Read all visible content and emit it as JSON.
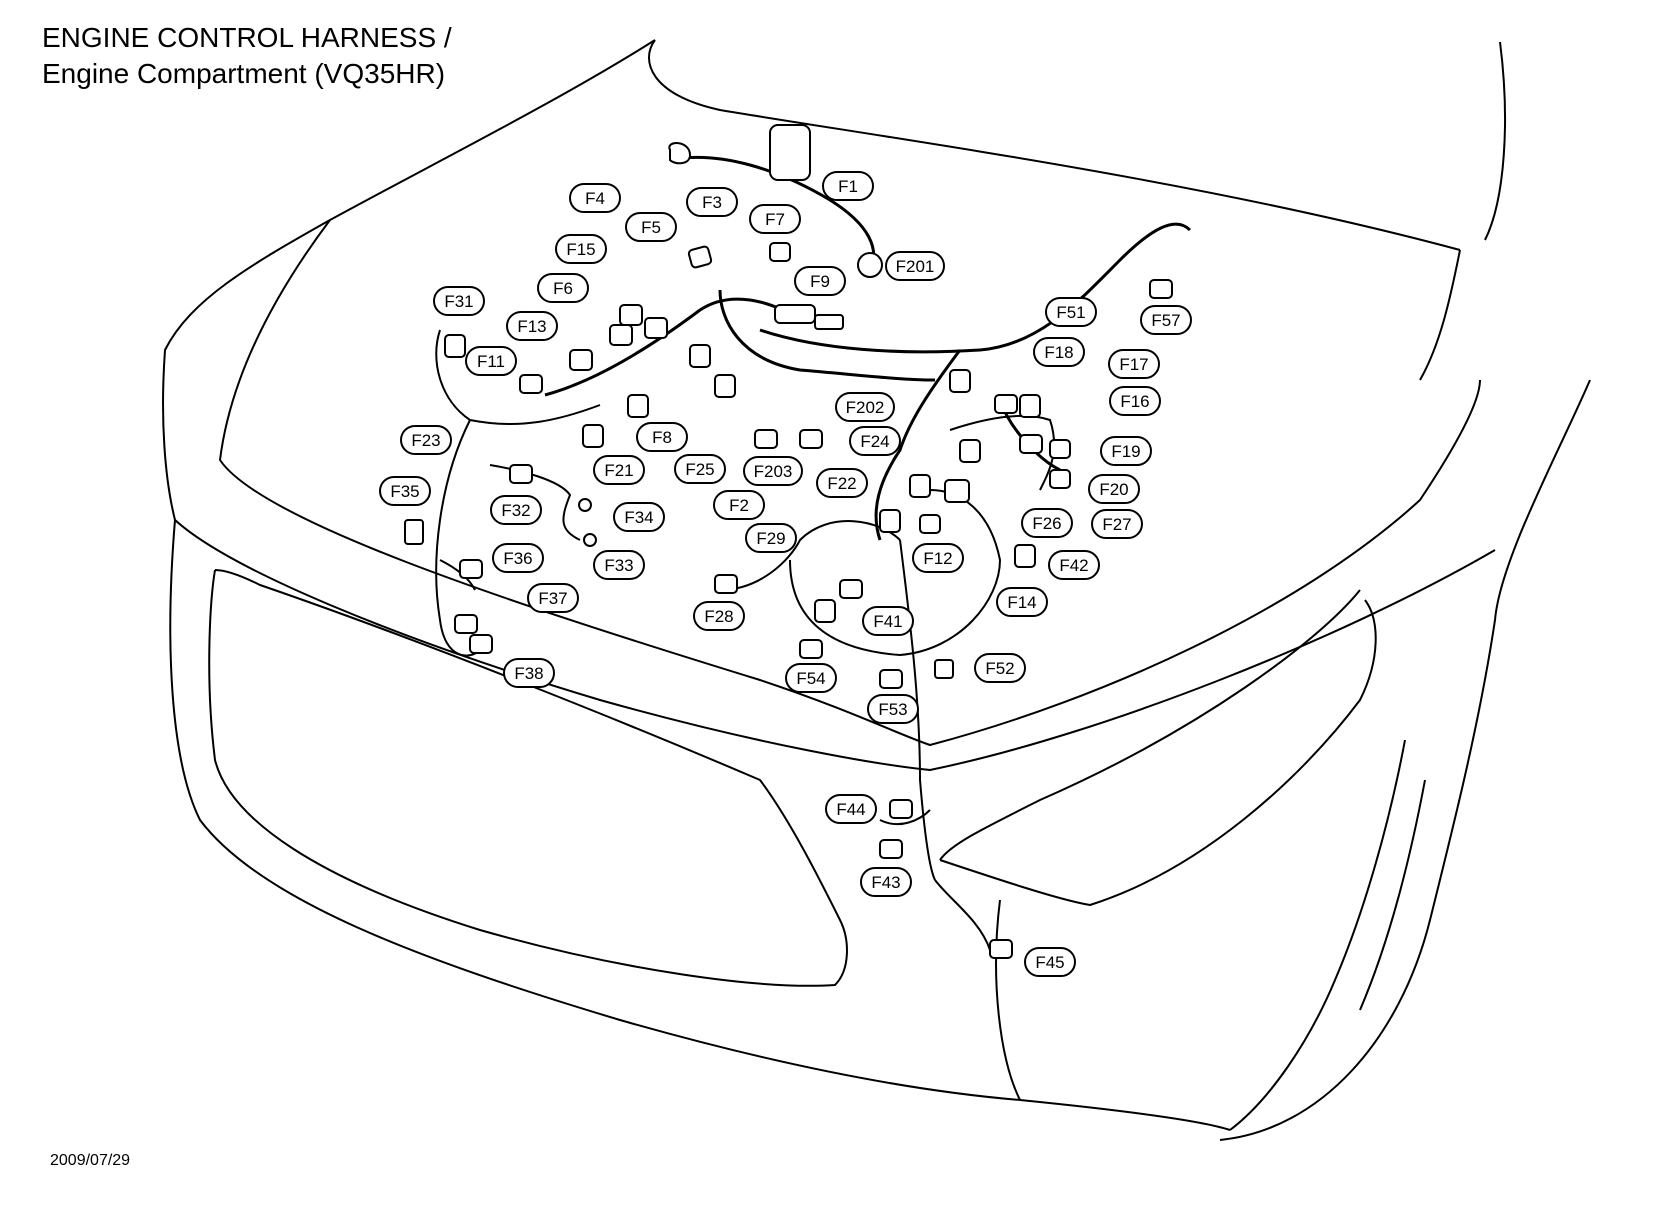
{
  "header": {
    "title": "ENGINE CONTROL HARNESS  /",
    "subtitle": "Engine Compartment (VQ35HR)"
  },
  "footer": {
    "date": "2009/07/29"
  },
  "colors": {
    "line": "#000000",
    "background": "#ffffff"
  },
  "connectors": [
    {
      "id": "f1",
      "label": "F1"
    },
    {
      "id": "f2",
      "label": "F2"
    },
    {
      "id": "f3",
      "label": "F3"
    },
    {
      "id": "f4",
      "label": "F4"
    },
    {
      "id": "f5",
      "label": "F5"
    },
    {
      "id": "f6",
      "label": "F6"
    },
    {
      "id": "f7",
      "label": "F7"
    },
    {
      "id": "f8",
      "label": "F8"
    },
    {
      "id": "f9",
      "label": "F9"
    },
    {
      "id": "f11",
      "label": "F11"
    },
    {
      "id": "f12",
      "label": "F12"
    },
    {
      "id": "f13",
      "label": "F13"
    },
    {
      "id": "f14",
      "label": "F14"
    },
    {
      "id": "f15",
      "label": "F15"
    },
    {
      "id": "f16",
      "label": "F16"
    },
    {
      "id": "f17",
      "label": "F17"
    },
    {
      "id": "f18",
      "label": "F18"
    },
    {
      "id": "f19",
      "label": "F19"
    },
    {
      "id": "f20",
      "label": "F20"
    },
    {
      "id": "f21",
      "label": "F21"
    },
    {
      "id": "f22",
      "label": "F22"
    },
    {
      "id": "f23",
      "label": "F23"
    },
    {
      "id": "f24",
      "label": "F24"
    },
    {
      "id": "f25",
      "label": "F25"
    },
    {
      "id": "f26",
      "label": "F26"
    },
    {
      "id": "f27",
      "label": "F27"
    },
    {
      "id": "f28",
      "label": "F28"
    },
    {
      "id": "f29",
      "label": "F29"
    },
    {
      "id": "f31",
      "label": "F31"
    },
    {
      "id": "f32",
      "label": "F32"
    },
    {
      "id": "f33",
      "label": "F33"
    },
    {
      "id": "f34",
      "label": "F34"
    },
    {
      "id": "f35",
      "label": "F35"
    },
    {
      "id": "f36",
      "label": "F36"
    },
    {
      "id": "f37",
      "label": "F37"
    },
    {
      "id": "f38",
      "label": "F38"
    },
    {
      "id": "f41",
      "label": "F41"
    },
    {
      "id": "f42",
      "label": "F42"
    },
    {
      "id": "f43",
      "label": "F43"
    },
    {
      "id": "f44",
      "label": "F44"
    },
    {
      "id": "f45",
      "label": "F45"
    },
    {
      "id": "f51",
      "label": "F51"
    },
    {
      "id": "f52",
      "label": "F52"
    },
    {
      "id": "f53",
      "label": "F53"
    },
    {
      "id": "f54",
      "label": "F54"
    },
    {
      "id": "f57",
      "label": "F57"
    },
    {
      "id": "f201",
      "label": "F201"
    },
    {
      "id": "f202",
      "label": "F202"
    },
    {
      "id": "f203",
      "label": "F203"
    }
  ]
}
